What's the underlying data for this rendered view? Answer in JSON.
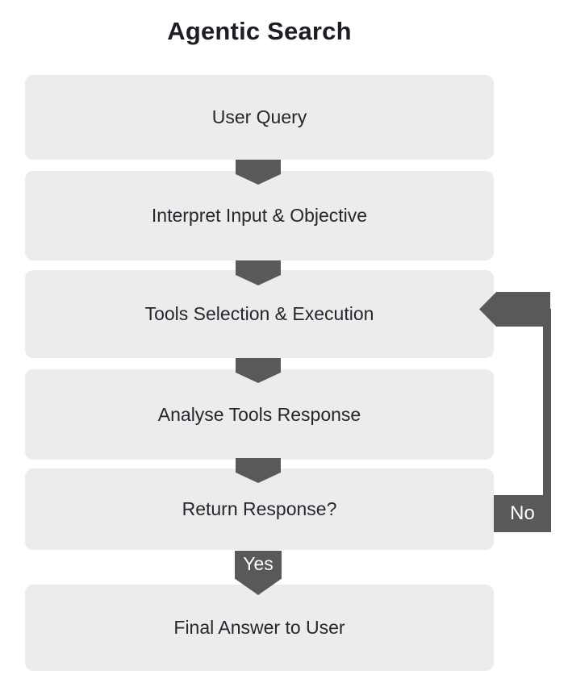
{
  "title": "Agentic Search",
  "colors": {
    "background": "#ffffff",
    "box_bg": "#ececec",
    "box_text": "#24272e",
    "title_text": "#1b1f24",
    "arrow": "#595959",
    "label_text": "#ffffff"
  },
  "chart_data": {
    "type": "flowchart",
    "title": "Agentic Search",
    "nodes": [
      "User Query",
      "Interpret Input & Objective",
      "Tools Selection & Execution",
      "Analyse Tools Response",
      "Return Response?",
      "Final Answer to User"
    ],
    "edges": [
      {
        "from": "User Query",
        "to": "Interpret Input & Objective",
        "label": ""
      },
      {
        "from": "Interpret Input & Objective",
        "to": "Tools Selection & Execution",
        "label": ""
      },
      {
        "from": "Tools Selection & Execution",
        "to": "Analyse Tools Response",
        "label": ""
      },
      {
        "from": "Analyse Tools Response",
        "to": "Return Response?",
        "label": ""
      },
      {
        "from": "Return Response?",
        "to": "Final Answer to User",
        "label": "Yes"
      },
      {
        "from": "Return Response?",
        "to": "Tools Selection & Execution",
        "label": "No"
      }
    ]
  },
  "nodes": [
    {
      "label": "User Query"
    },
    {
      "label": "Interpret Input & Objective"
    },
    {
      "label": "Tools Selection & Execution"
    },
    {
      "label": "Analyse Tools Response"
    },
    {
      "label": "Return Response?"
    },
    {
      "label": "Final Answer to User"
    }
  ],
  "edge_labels": {
    "yes": "Yes",
    "no": "No"
  }
}
